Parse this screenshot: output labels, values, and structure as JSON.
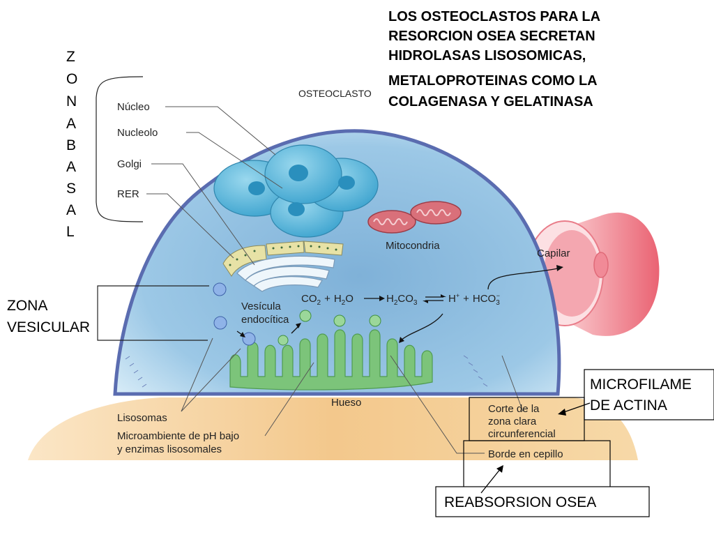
{
  "title_lines": [
    "LOS OSTEOCLASTOS PARA LA",
    "RESORCION OSEA SECRETAN",
    "HIDROLASAS LISOSOMICAS,",
    "METALOPROTEINAS COMO LA",
    "COLAGENASA Y GELATINASA"
  ],
  "cell_label": "OSTEOCLASTO",
  "zona_basal_letters": [
    "Z",
    "O",
    "N",
    "A",
    "B",
    "A",
    "S",
    "A",
    "L"
  ],
  "zona_vesicular": [
    "ZONA",
    "VESICULAR"
  ],
  "organelles": {
    "nucleo": "Núcleo",
    "nucleolo": "Nucleolo",
    "golgi": "Golgi",
    "rer": "RER",
    "mitocondria": "Mitocondria",
    "vesicula": [
      "Vesícula",
      "endocítica"
    ],
    "capilar": "Capilar"
  },
  "equation": {
    "co2": "CO",
    "co2_sub": "2",
    "plus1": "+",
    "h2o": "H",
    "h2o_sub": "2",
    "h2o_end": "O",
    "h2co3": "H",
    "h2co3_sub1": "2",
    "h2co3_mid": "CO",
    "h2co3_sub2": "3",
    "hplus": "H",
    "hplus_sup": "+",
    "plus2": "+",
    "hco3": "HCO",
    "hco3_sub": "3",
    "hco3_sup": "−"
  },
  "hueso": "Hueso",
  "lisosomas": "Lisosomas",
  "microambiente": [
    "Microambiente de pH bajo",
    "y enzimas lisosomales"
  ],
  "corte": [
    "Corte de la",
    "zona clara",
    "circunferencial"
  ],
  "borde": "Borde en cepillo",
  "microfilament_box": [
    "MICROFILAME",
    "DE ACTINA"
  ],
  "reabsorcion": "REABSORSION OSEA",
  "colors": {
    "cell": "#8fbde0",
    "cell_border": "#5a6cb0",
    "bone": "#f2c98f",
    "nucleus": "#5fb8d8",
    "ruffled": "#7cc47a",
    "mito": "#d9707a",
    "capillary": "#f07f8a"
  }
}
